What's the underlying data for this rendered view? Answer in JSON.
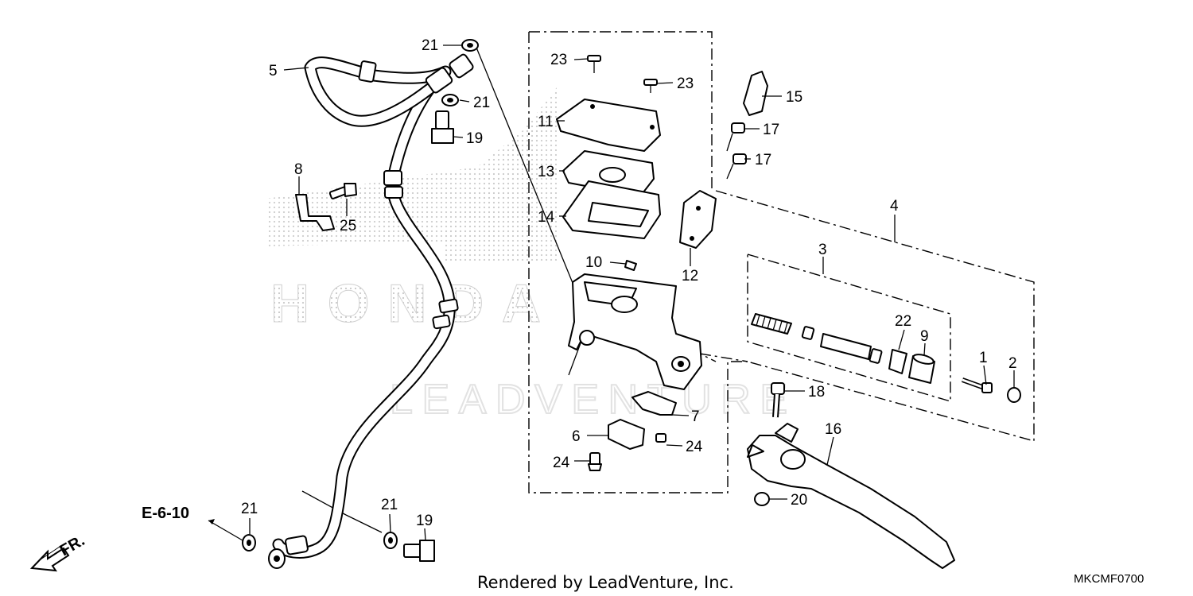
{
  "labels": {
    "l1": "1",
    "l2": "2",
    "l3": "3",
    "l4": "4",
    "l5": "5",
    "l6": "6",
    "l7": "7",
    "l8": "8",
    "l9": "9",
    "l10": "10",
    "l11": "11",
    "l12": "12",
    "l13": "13",
    "l14": "14",
    "l15": "15",
    "l16": "16",
    "l17a": "17",
    "l17b": "17",
    "l18": "18",
    "l19a": "19",
    "l19b": "19",
    "l20": "20",
    "l21a": "21",
    "l21b": "21",
    "l21c": "21",
    "l21d": "21",
    "l22": "22",
    "l23a": "23",
    "l23b": "23",
    "l24a": "24",
    "l24b": "24",
    "l25": "25"
  },
  "ref_code": "E-6-10",
  "fr_label": "FR.",
  "footer_text": "Rendered by LeadVenture, Inc.",
  "diagram_code": "MKCMF0700",
  "watermark_brand": "HONDA",
  "watermark_text": "LEADVENTURE"
}
